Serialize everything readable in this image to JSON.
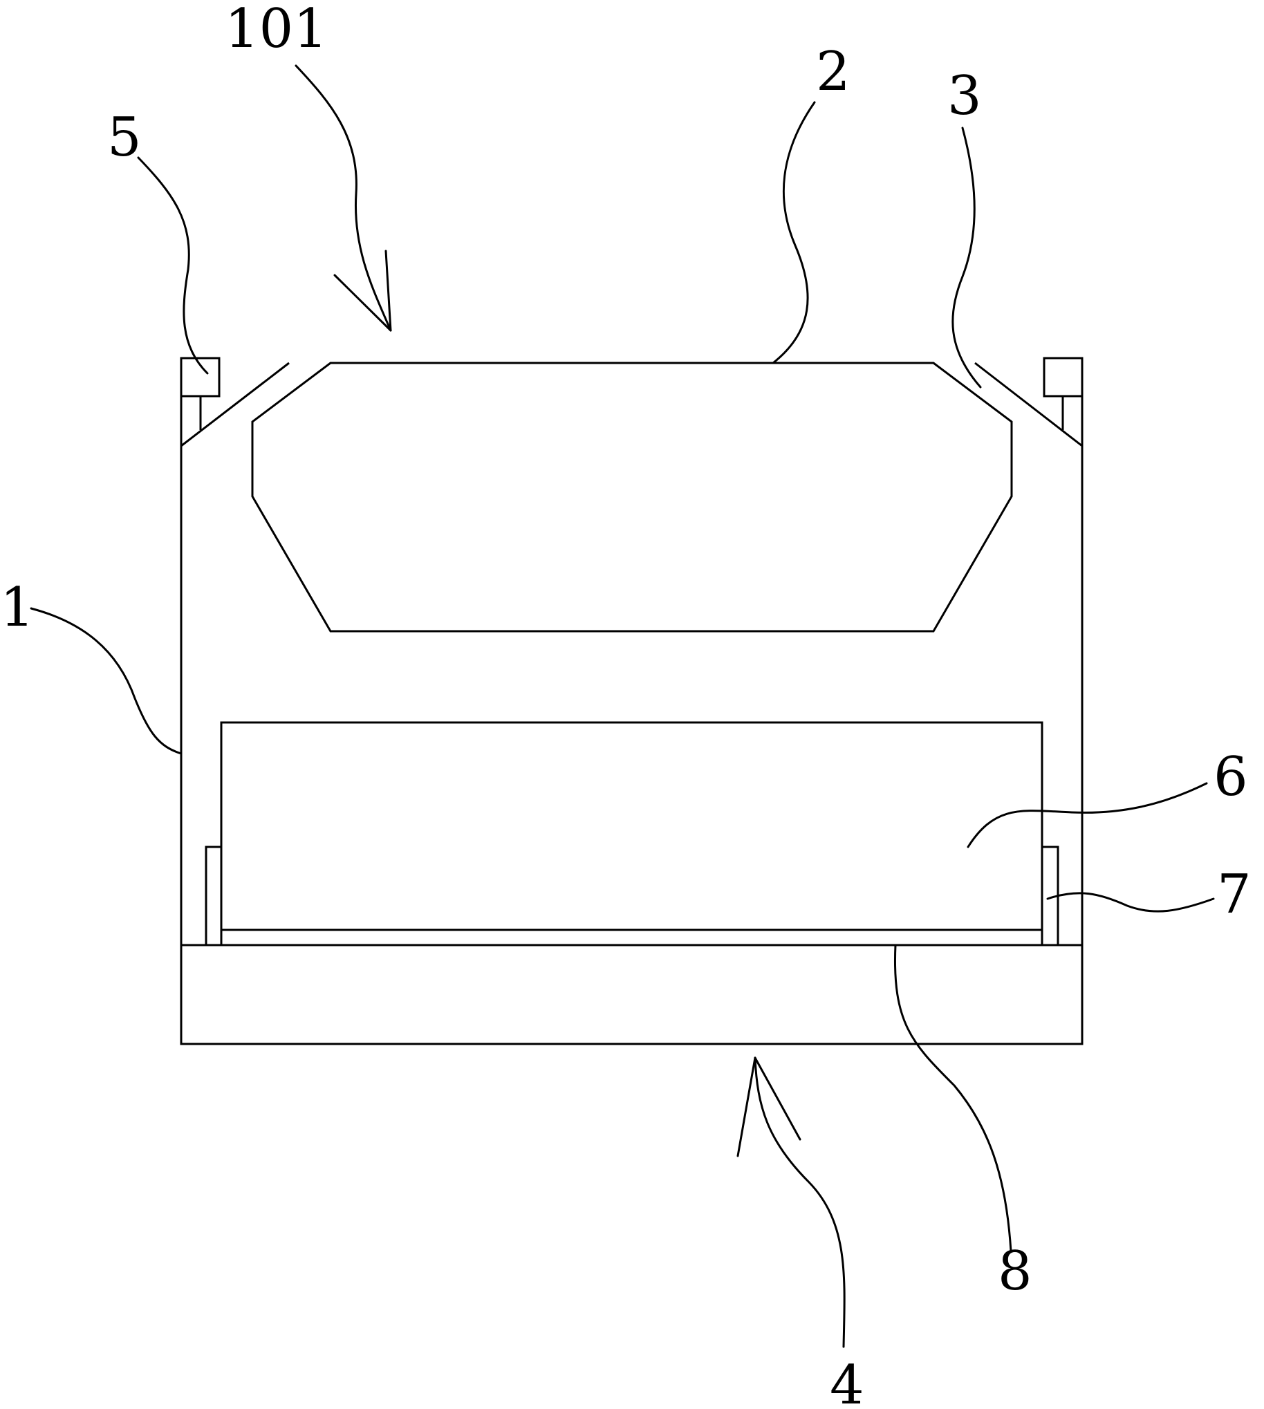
{
  "colors": {
    "line": "#000000",
    "background": "#ffffff"
  },
  "labels": {
    "l101": "101",
    "l2": "2",
    "l3": "3",
    "l5": "5",
    "l1": "1",
    "l6": "6",
    "l7": "7",
    "l8": "8",
    "l4": "4"
  }
}
